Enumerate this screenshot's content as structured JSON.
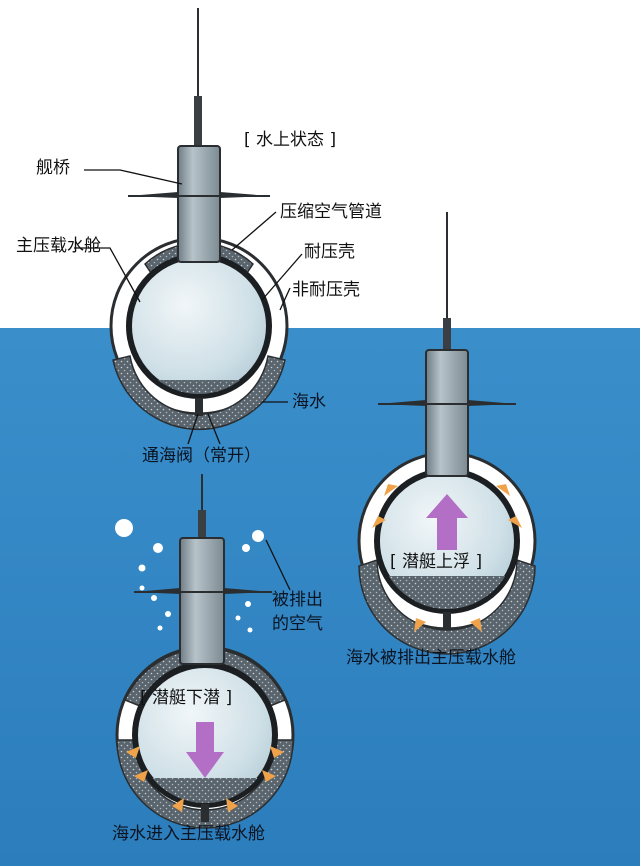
{
  "colors": {
    "sky": "#ffffff",
    "sea": "#2f86c4",
    "sea_dark": "#1f6ea8",
    "hull_steel": "#8c9aa2",
    "inner_sphere": "#d7e6ec",
    "ballast_water": "#566068",
    "arrow_purple": "#b36fc6",
    "arrow_orange": "#f0a24a",
    "bubble": "#ffffff"
  },
  "labels": {
    "state_surface": "[ 水上状态 ]",
    "bridge": "舰桥",
    "compressed_air_pipe": "压缩空气管道",
    "main_ballast_tank": "主压载水舱",
    "pressure_hull": "耐压壳",
    "non_pressure_hull": "非耐压壳",
    "sea_water": "海水",
    "sea_valve": "通海阀（常开）",
    "state_surfacing": "[ 潜艇上浮 ]",
    "water_expelled": "海水被排出主压载水舱",
    "state_diving": "[ 潜艇下潜 ]",
    "air_expelled_line1": "被排出",
    "air_expelled_line2": "的空气",
    "water_enters": "海水进入主压载水舱"
  }
}
